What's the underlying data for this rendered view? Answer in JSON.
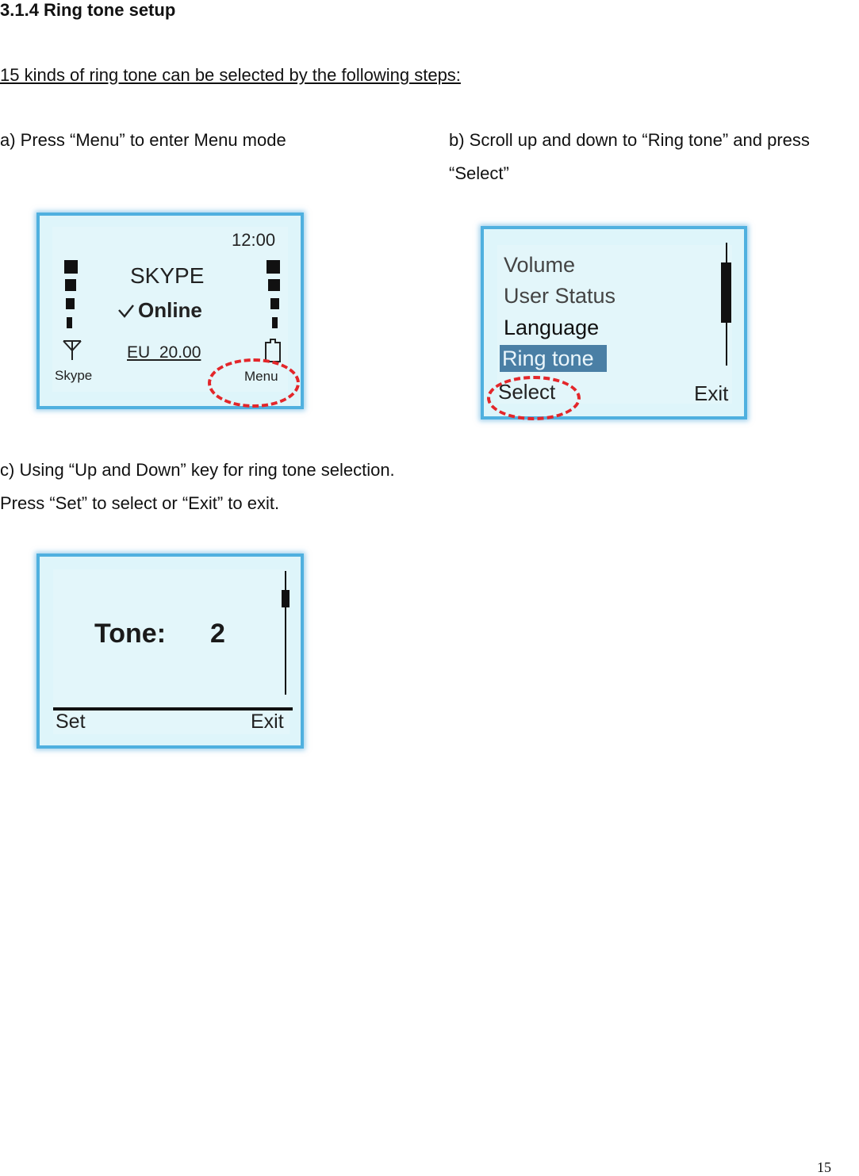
{
  "heading": "3.1.4 Ring tone setup",
  "intro": "15 kinds of ring tone can be selected by the following steps:",
  "steps": {
    "a": "a) Press “Menu” to enter Menu mode",
    "b": "b) Scroll up and down to “Ring tone” and press “Select”",
    "c": "c) Using “Up and Down” key for ring tone selection. Press “Set” to select or “Exit” to exit."
  },
  "screen_a": {
    "time": "12:00",
    "title": "SKYPE",
    "status": "Online",
    "balance": "EU  20.00",
    "left_softkey": "Skype",
    "right_softkey": "Menu",
    "icons": [
      "signal-bars-icon",
      "antenna-icon",
      "battery-bars-icon",
      "battery-icon",
      "check-icon"
    ]
  },
  "screen_b": {
    "menu_items": [
      "Volume",
      "User Status",
      "Language",
      "Ring tone"
    ],
    "selected_item": "Ring tone",
    "left_softkey": "Select",
    "right_softkey": "Exit"
  },
  "screen_c": {
    "label": "Tone:",
    "value": "2",
    "left_softkey": "Set",
    "right_softkey": "Exit"
  },
  "colors": {
    "lcd_background": "#def5fa",
    "lcd_border": "#4fb0df",
    "highlight": "#4a7fa5",
    "annotation": "#e3262a"
  },
  "page_number": "15"
}
